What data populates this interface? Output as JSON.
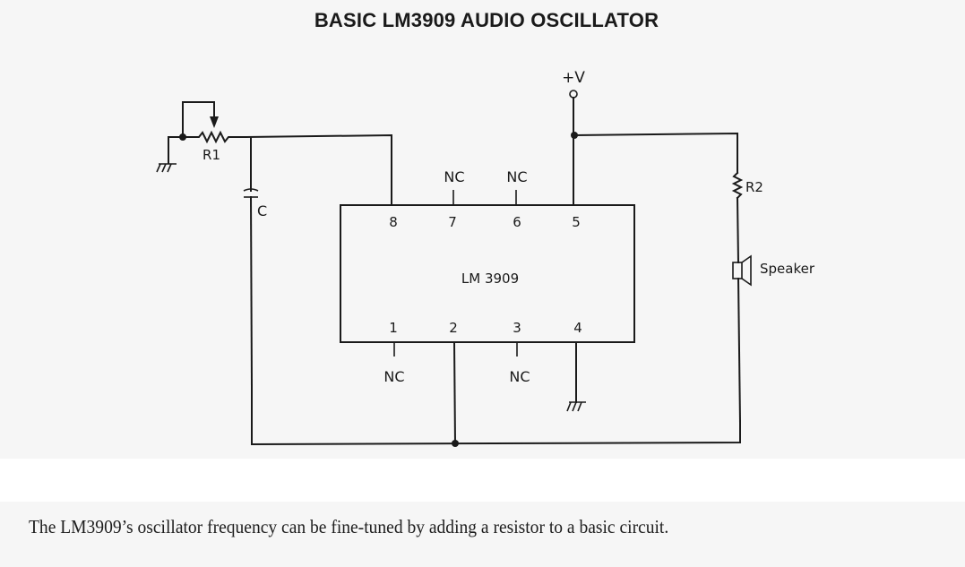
{
  "figure": {
    "title": "BASIC LM3909 AUDIO OSCILLATOR",
    "caption": "The LM3909’s oscillator frequency can be fine-tuned by adding a resistor to a basic circuit."
  },
  "schematic": {
    "ic": {
      "label": "LM 3909",
      "top_pins": [
        {
          "number": "8",
          "connection": "R1 / C node"
        },
        {
          "number": "7",
          "connection": "NC"
        },
        {
          "number": "6",
          "connection": "NC"
        },
        {
          "number": "5",
          "connection": "+V"
        }
      ],
      "bottom_pins": [
        {
          "number": "1",
          "connection": "NC"
        },
        {
          "number": "2",
          "connection": "Common return"
        },
        {
          "number": "3",
          "connection": "NC"
        },
        {
          "number": "4",
          "connection": "Ground"
        }
      ]
    },
    "nc_label": "NC",
    "components": {
      "r1": {
        "label": "R1",
        "type": "potentiometer"
      },
      "c": {
        "label": "C",
        "type": "capacitor"
      },
      "r2": {
        "label": "R2",
        "type": "resistor"
      },
      "speaker": {
        "label": "Speaker",
        "type": "speaker"
      },
      "supply": {
        "label": "+V",
        "type": "supply terminal"
      }
    },
    "labels": {
      "nc_pin7": "NC",
      "nc_pin6": "NC",
      "nc_pin1": "NC",
      "nc_pin3": "NC"
    }
  }
}
